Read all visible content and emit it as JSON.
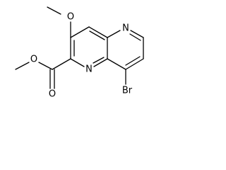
{
  "molecule": {
    "atoms": {
      "methoxy_o": "O",
      "ester_carbonyl_o": "O",
      "ester_o": "O",
      "ring_n_top": "N",
      "ring_n_middle": "N",
      "bromine": "Br"
    }
  }
}
